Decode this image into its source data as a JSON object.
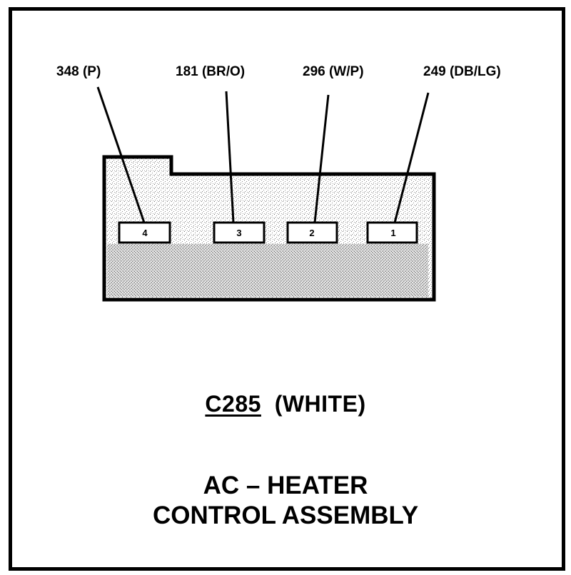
{
  "diagram": {
    "wires": [
      {
        "pin": "4",
        "label": "348 (P)"
      },
      {
        "pin": "3",
        "label": "181 (BR/O)"
      },
      {
        "pin": "2",
        "label": "296 (W/P)"
      },
      {
        "pin": "1",
        "label": "249 (DB/LG)"
      }
    ],
    "connector": {
      "id": "C285",
      "color": "(WHITE)"
    },
    "component": {
      "line1": "AC – HEATER",
      "line2": "CONTROL ASSEMBLY"
    }
  }
}
